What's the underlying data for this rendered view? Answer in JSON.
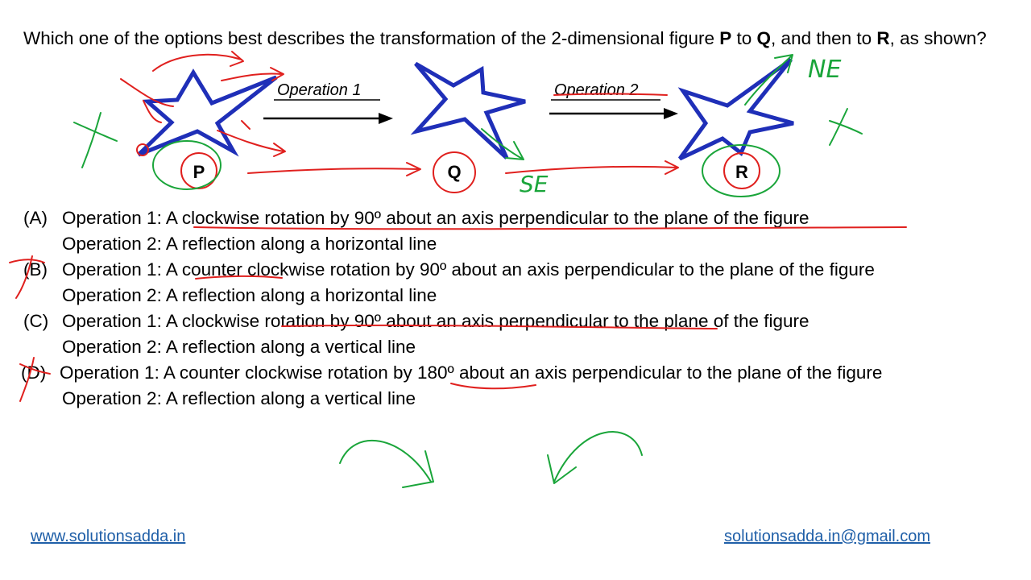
{
  "question": {
    "part1": "Which one of the options best describes the transformation of the 2-dimensional figure ",
    "p": "P",
    "part2": " to ",
    "q": "Q",
    "part3": ", and then to ",
    "r": "R",
    "part4": ", as shown?"
  },
  "figure": {
    "operation1_label": "Operation 1",
    "operation2_label": "Operation 2",
    "p_label": "P",
    "q_label": "Q",
    "r_label": "R",
    "star_color": "#1f2fb8"
  },
  "options": [
    {
      "letter": "(A)",
      "op1": "Operation 1: A clockwise rotation by 90º about an axis perpendicular to the plane of the figure",
      "op2": "Operation 2: A reflection along a horizontal line"
    },
    {
      "letter": "(B)",
      "op1": "Operation 1: A counter clockwise rotation by 90º about an axis perpendicular to the plane of the figure",
      "op2": "Operation 2: A reflection along a horizontal line"
    },
    {
      "letter": "(C)",
      "op1": "Operation 1: A clockwise rotation by 90º about an axis perpendicular to the plane of the figure",
      "op2": "Operation 2: A reflection along a vertical line"
    },
    {
      "letter": "(D)",
      "op1": "Operation 1: A counter clockwise rotation by 180º about an axis perpendicular to the plane of the figure",
      "op2": "Operation 2: A reflection along a vertical line"
    }
  ],
  "annotations": {
    "ne_label": "NE",
    "se_label": "SE",
    "red_ink": "#e0201e",
    "green_ink": "#1aa53a"
  },
  "footer": {
    "website": "www.solutionsadda.in",
    "email": "solutionsadda.in@gmail.com",
    "link_color": "#1f5fa8"
  }
}
